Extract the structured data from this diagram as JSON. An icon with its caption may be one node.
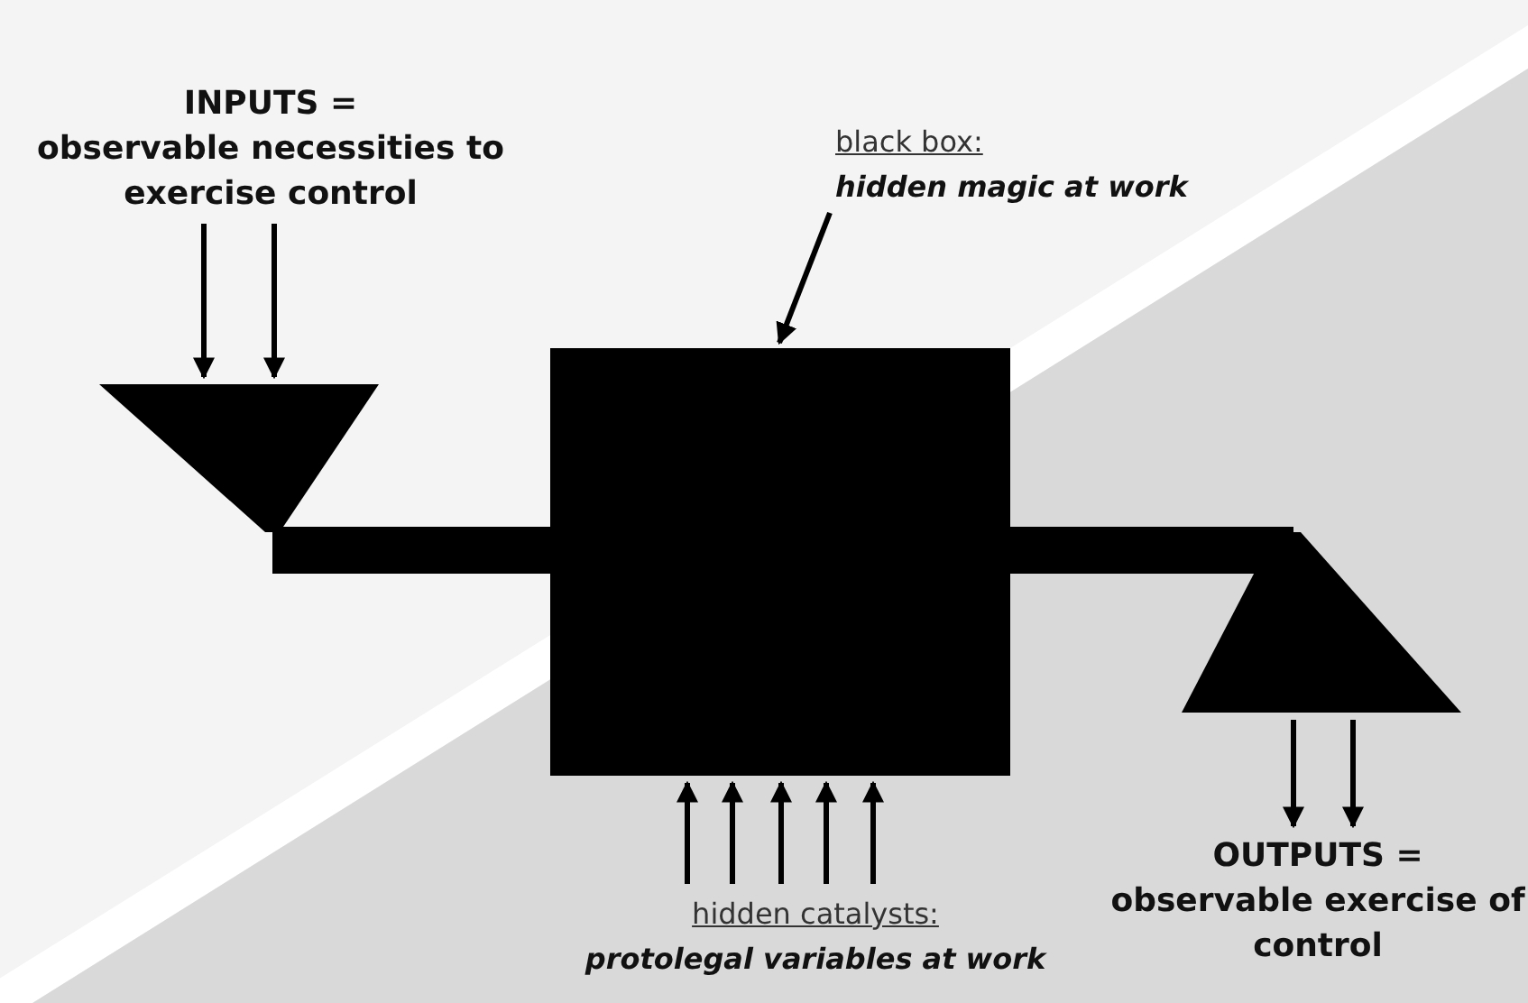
{
  "diagram": {
    "nodes": [
      {
        "text": [
          "INPUTS =",
          "observable necessities to exercise control"
        ]
      },
      {
        "text": [],
        "shape": "trapezoid"
      },
      {
        "text": [
          "black box:",
          "hidden magic at work"
        ]
      },
      {
        "text": [],
        "shape": "box"
      },
      {
        "text": [],
        "shape": "trapezoid"
      },
      {
        "text": [
          "hidden catalysts:",
          "protolegal variables at work"
        ]
      },
      {
        "text": [
          "OUTPUTS =",
          "observable exercise of control"
        ]
      }
    ],
    "edges": [
      {
        "from": 0,
        "to": 1,
        "arrow": "to"
      },
      {
        "from": 0,
        "to": 1,
        "arrow": "to"
      },
      {
        "from": 1,
        "to": 3,
        "arrow": "none",
        "style": "thick"
      },
      {
        "from": 3,
        "to": 4,
        "arrow": "none",
        "style": "thick"
      },
      {
        "from": 4,
        "to": 6,
        "arrow": "to"
      },
      {
        "from": 4,
        "to": 6,
        "arrow": "to"
      },
      {
        "from": 2,
        "to": 3,
        "arrow": "to"
      },
      {
        "from": 5,
        "to": 3,
        "arrow": "to"
      },
      {
        "from": 5,
        "to": 3,
        "arrow": "to"
      },
      {
        "from": 5,
        "to": 3,
        "arrow": "to"
      },
      {
        "from": 5,
        "to": 3,
        "arrow": "to"
      },
      {
        "from": 5,
        "to": 3,
        "arrow": "to"
      }
    ]
  }
}
